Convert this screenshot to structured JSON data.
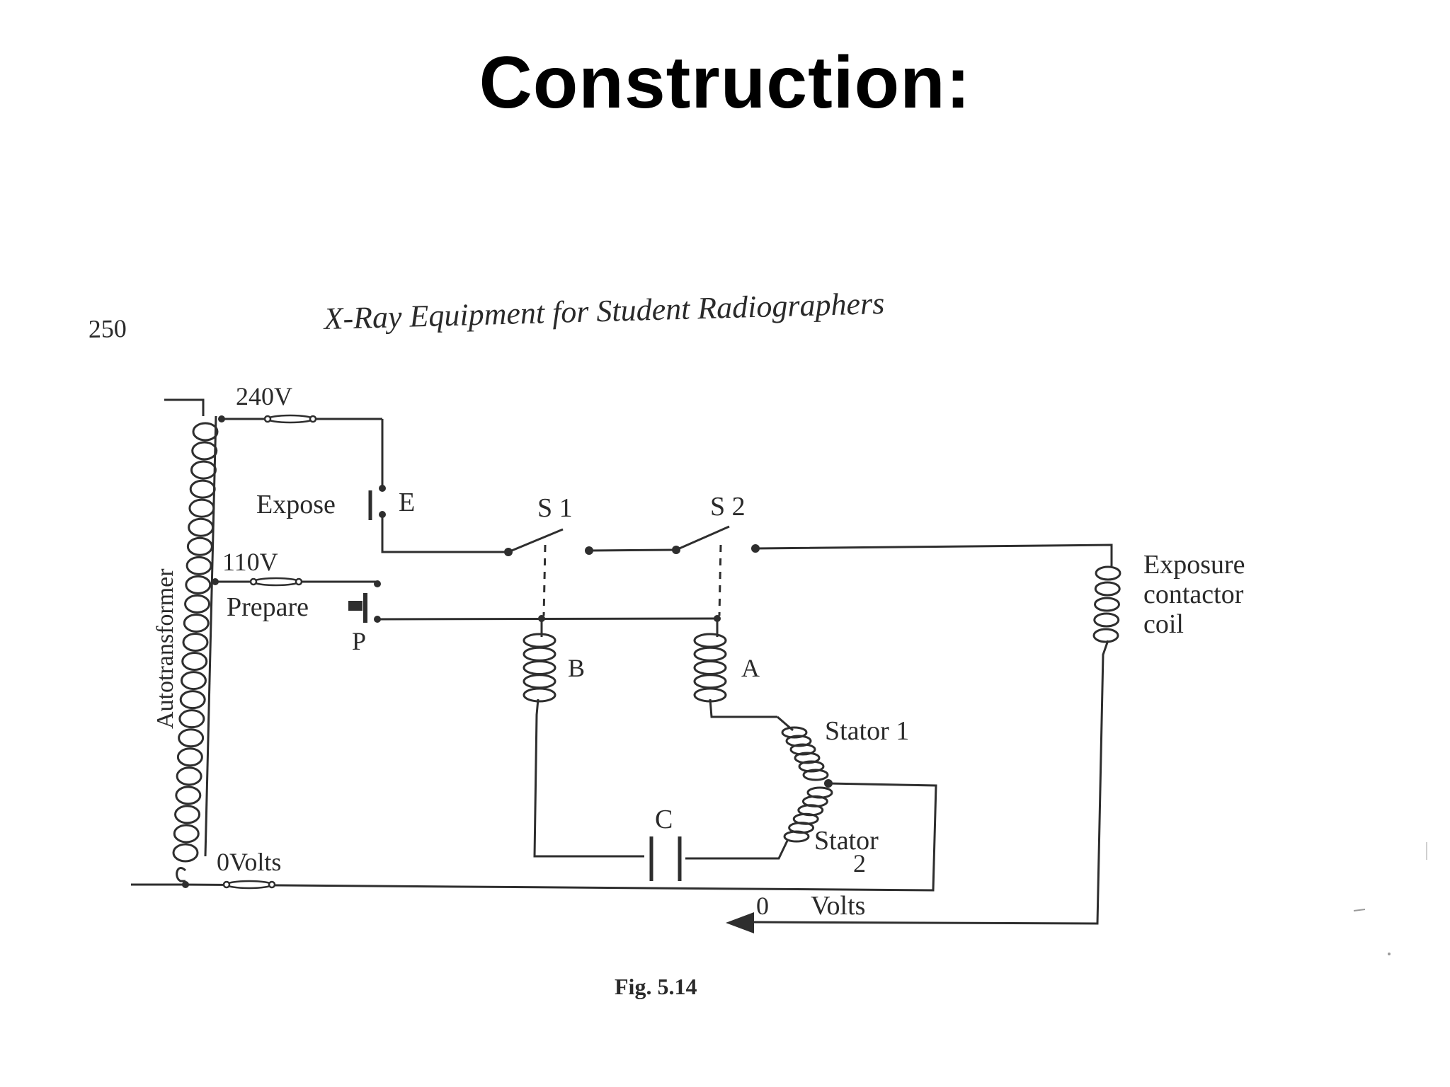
{
  "slide": {
    "title": "Construction:"
  },
  "page": {
    "number": "250",
    "running_header": "X-Ray Equipment for Student Radiographers",
    "figure_caption": "Fig. 5.14"
  },
  "diagram": {
    "labels": {
      "v240": "240V",
      "v110": "110V",
      "v0_left": "0Volts",
      "autotransformer": "Autotransformer",
      "expose": "Expose",
      "e": "E",
      "prepare": "Prepare",
      "p": "P",
      "s1": "S 1",
      "s2": "S 2",
      "b": "B",
      "a": "A",
      "c": "C",
      "stator1": "Stator 1",
      "stator2_line1": "Stator",
      "stator2_line2": "2",
      "exposure_line1": "Exposure",
      "exposure_line2": "contactor",
      "exposure_line3": "coil",
      "zero": "0",
      "volts": "Volts"
    },
    "colors": {
      "ink": "#2e2e2e",
      "paper": "#ffffff"
    }
  }
}
